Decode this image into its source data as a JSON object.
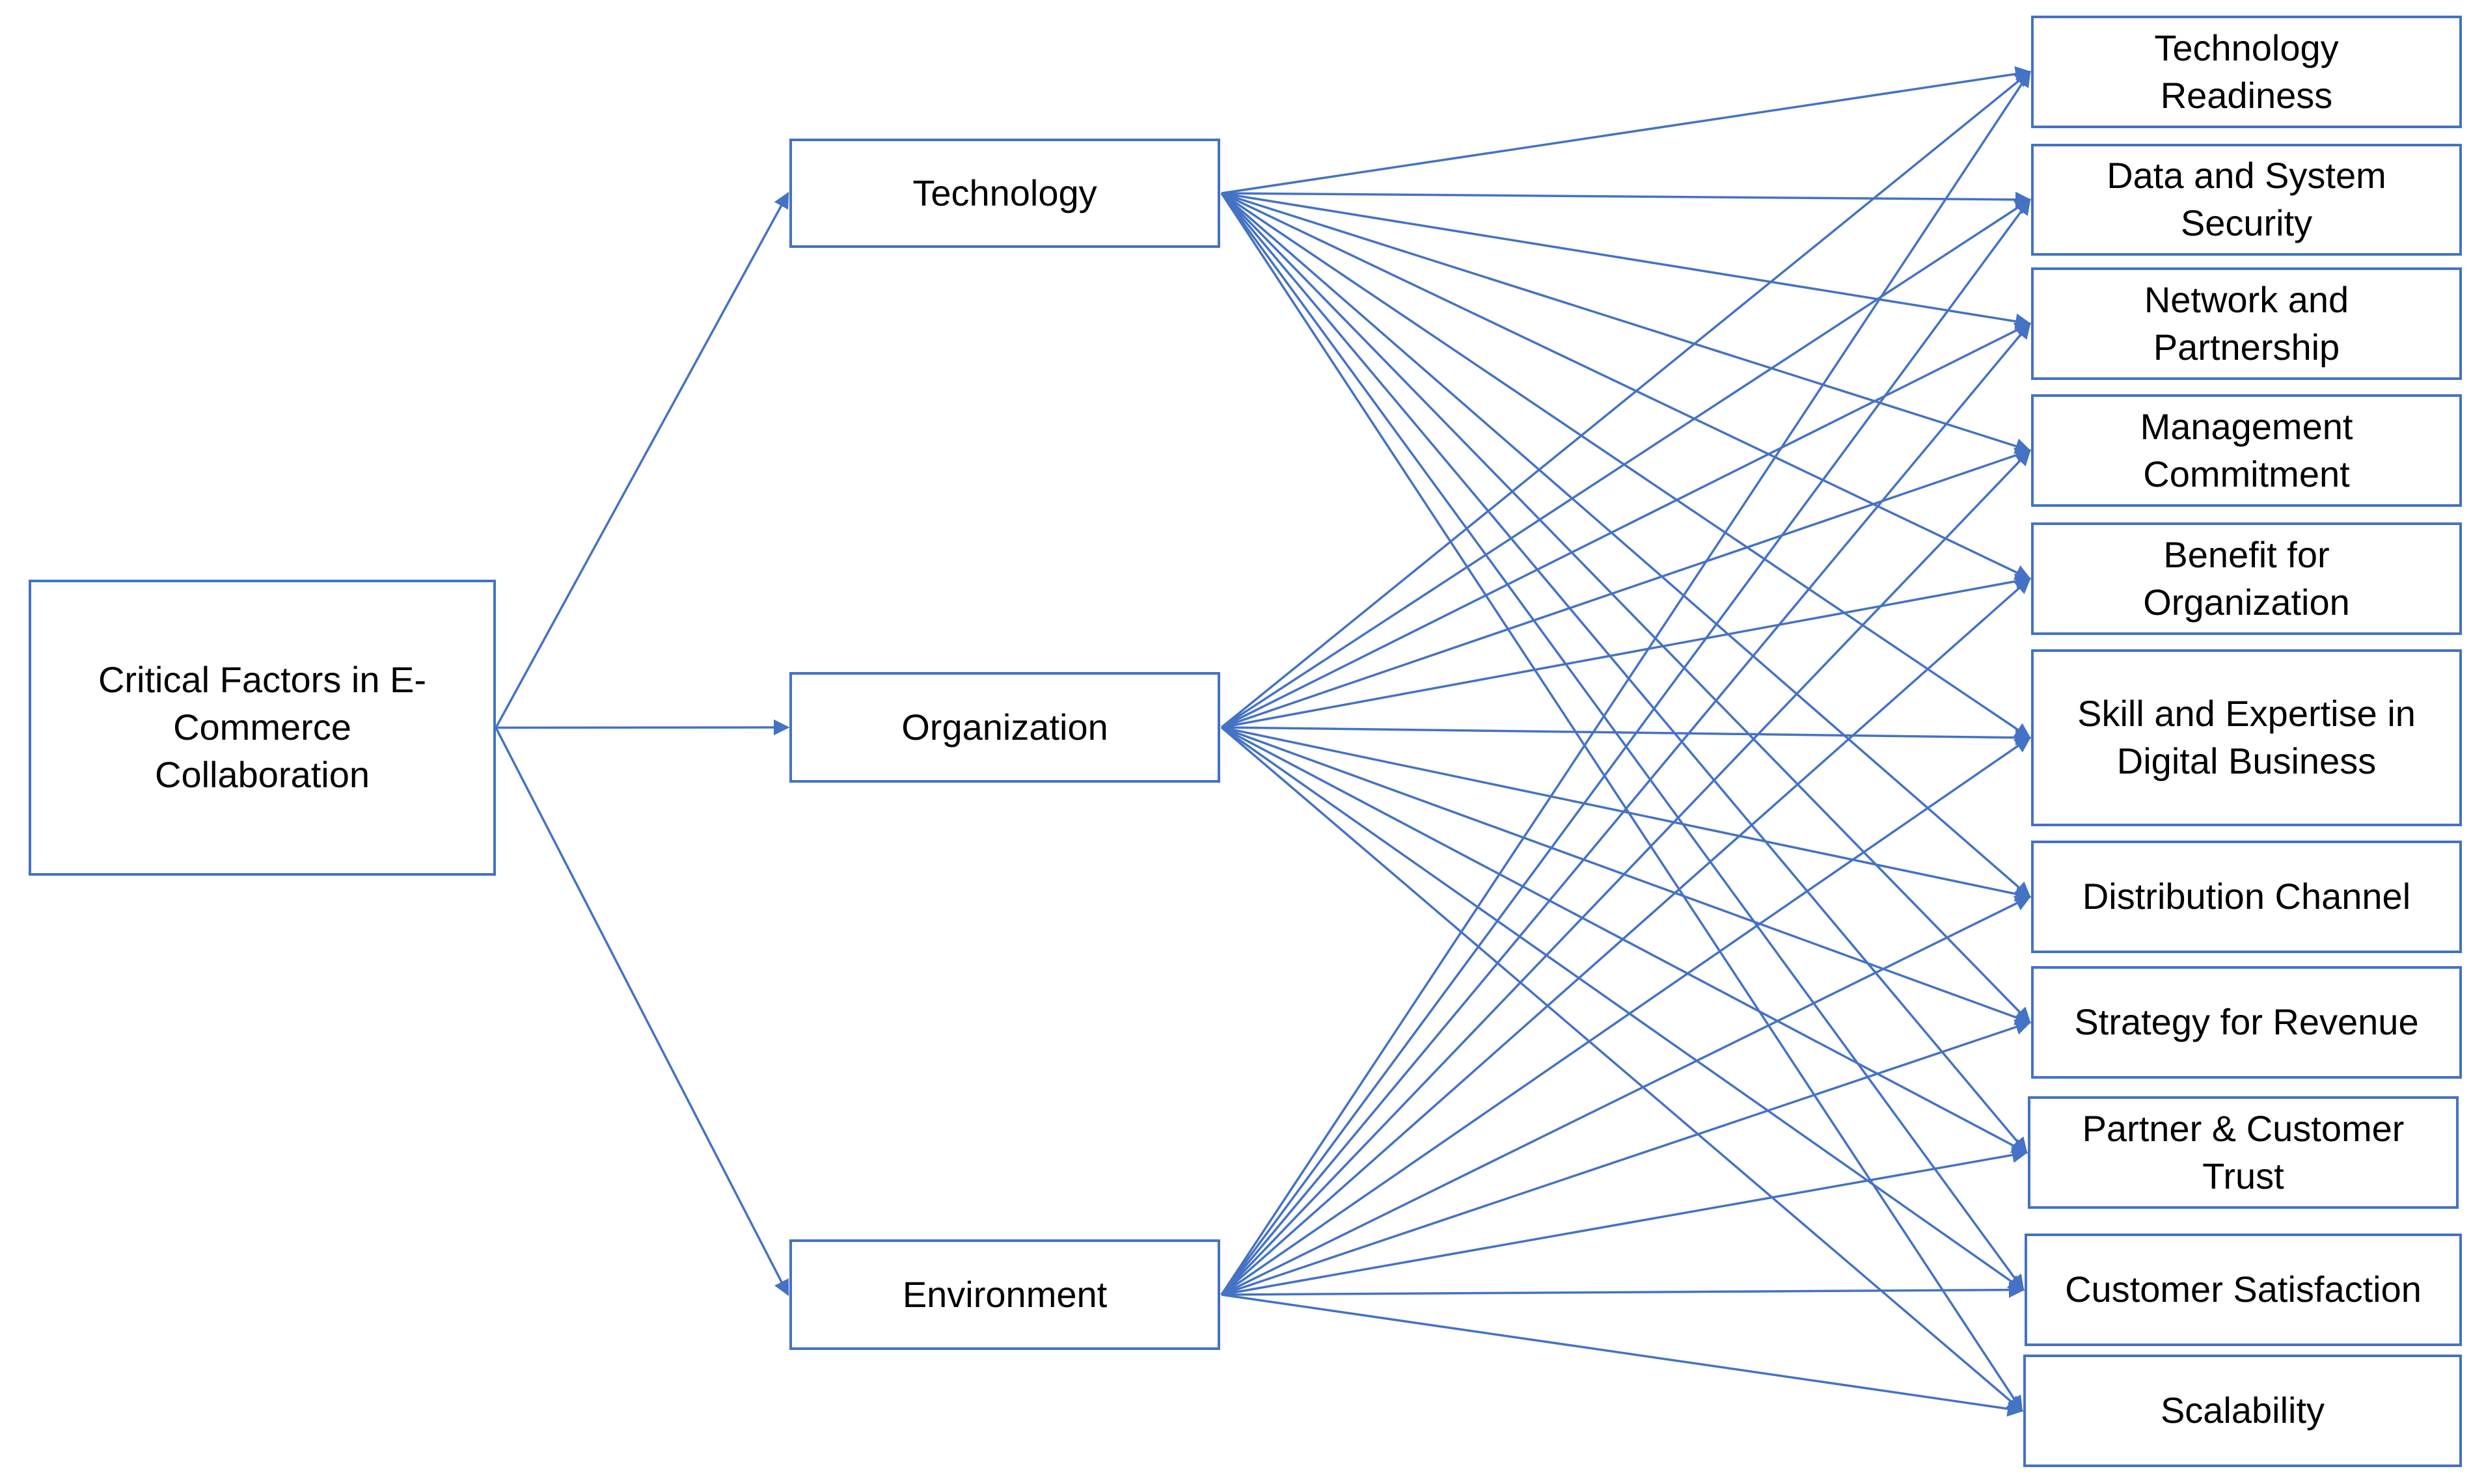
{
  "root": {
    "label": "Critical Factors in E-\nCommerce\nCollaboration"
  },
  "categories": [
    {
      "label": "Technology"
    },
    {
      "label": "Organization"
    },
    {
      "label": "Environment"
    }
  ],
  "factors": [
    {
      "label": "Technology\nReadiness"
    },
    {
      "label": "Data and System\nSecurity"
    },
    {
      "label": "Network and\nPartnership"
    },
    {
      "label": "Management\nCommitment"
    },
    {
      "label": "Benefit for\nOrganization"
    },
    {
      "label": "Skill and Expertise in\nDigital Business"
    },
    {
      "label": "Distribution Channel"
    },
    {
      "label": "Strategy for Revenue"
    },
    {
      "label": "Partner & Customer\nTrust"
    },
    {
      "label": "Customer Satisfaction"
    },
    {
      "label": "Scalability"
    }
  ],
  "colors": {
    "accent": "#4472c4",
    "text": "#000000",
    "background": "#ffffff"
  }
}
